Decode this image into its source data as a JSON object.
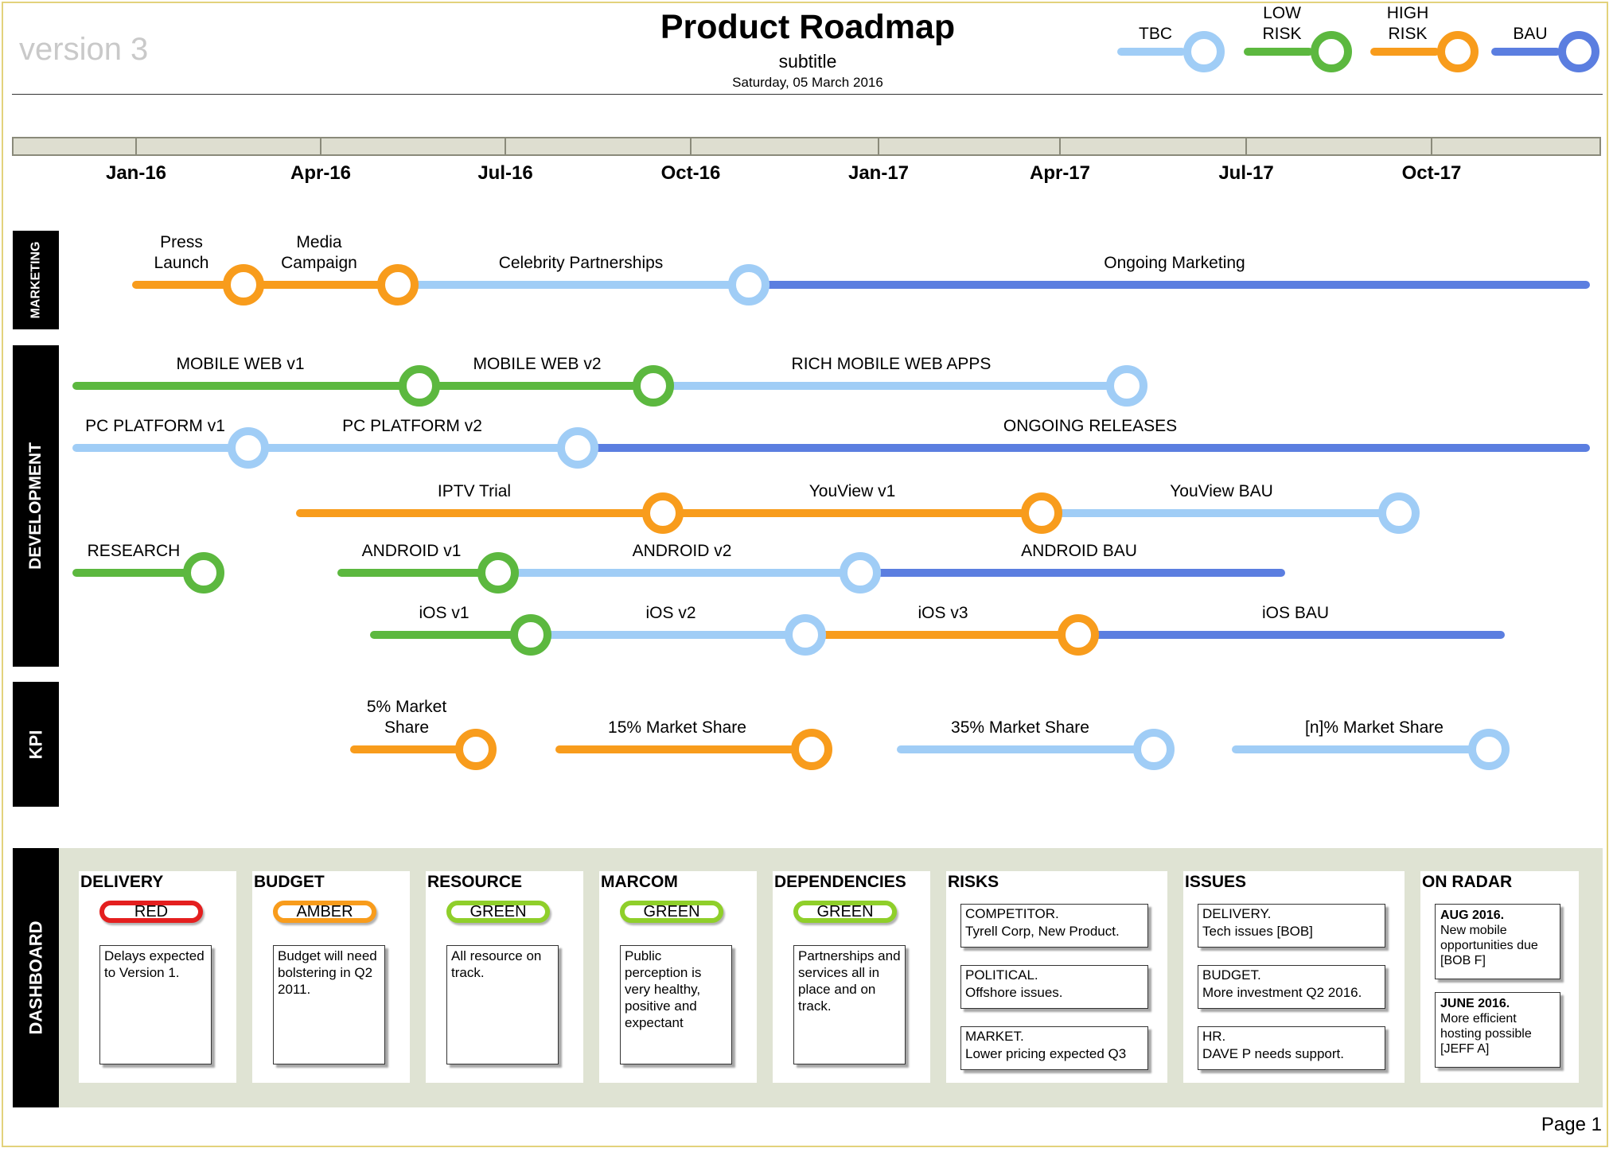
{
  "header": {
    "version": "version 3",
    "title": "Product Roadmap",
    "subtitle": "subtitle",
    "date": "Saturday, 05 March 2016"
  },
  "colors": {
    "tbc": "#a0cdf6",
    "low_risk": "#5cb83f",
    "high_risk": "#f89c1c",
    "bau": "#5b7ee0",
    "red": "#e41f1f",
    "amber": "#f89c1c",
    "green": "#8fcf2a",
    "lane": "#000000",
    "timebar": "#deded0",
    "dashboard_bg": "#dfe3d3"
  },
  "legend": [
    {
      "label": "TBC",
      "status": "tbc"
    },
    {
      "label": "LOW\nRISK",
      "status": "low_risk"
    },
    {
      "label": "HIGH\nRISK",
      "status": "high_risk"
    },
    {
      "label": "BAU",
      "status": "bau"
    }
  ],
  "timeline": {
    "months": [
      "Jan-16",
      "Apr-16",
      "Jul-16",
      "Oct-16",
      "Jan-17",
      "Apr-17",
      "Jul-17",
      "Oct-17"
    ]
  },
  "lanes": [
    {
      "label": "MARKETING"
    },
    {
      "label": "DEVELOPMENT"
    },
    {
      "label": "KPI"
    },
    {
      "label": "DASHBOARD"
    }
  ],
  "roadmap": {
    "tracks": [
      {
        "lane": "MARKETING",
        "segments": [
          {
            "label": "Press\nLaunch",
            "status": "high_risk",
            "milestone": true
          },
          {
            "label": "Media\nCampaign",
            "status": "high_risk",
            "milestone": true
          },
          {
            "label": "Celebrity Partnerships",
            "status": "tbc",
            "milestone": true
          },
          {
            "label": "Ongoing Marketing",
            "status": "bau",
            "milestone": false
          }
        ]
      },
      {
        "lane": "DEVELOPMENT",
        "segments": [
          {
            "label": "MOBILE WEB v1",
            "status": "low_risk",
            "milestone": true
          },
          {
            "label": "MOBILE WEB v2",
            "status": "low_risk",
            "milestone": true
          },
          {
            "label": "RICH MOBILE WEB APPS",
            "status": "tbc",
            "milestone": true
          }
        ]
      },
      {
        "lane": "DEVELOPMENT",
        "segments": [
          {
            "label": "PC PLATFORM v1",
            "status": "tbc",
            "milestone": true
          },
          {
            "label": "PC PLATFORM v2",
            "status": "tbc",
            "milestone": true
          },
          {
            "label": "ONGOING RELEASES",
            "status": "bau",
            "milestone": false
          }
        ]
      },
      {
        "lane": "DEVELOPMENT",
        "segments": [
          {
            "label": "IPTV Trial",
            "status": "high_risk",
            "milestone": true
          },
          {
            "label": "YouView v1",
            "status": "high_risk",
            "milestone": true
          },
          {
            "label": "YouView BAU",
            "status": "tbc",
            "milestone": true
          }
        ]
      },
      {
        "lane": "DEVELOPMENT",
        "segments": [
          {
            "label": "RESEARCH",
            "status": "low_risk",
            "milestone": true
          }
        ]
      },
      {
        "lane": "DEVELOPMENT",
        "segments": [
          {
            "label": "ANDROID v1",
            "status": "low_risk",
            "milestone": true
          },
          {
            "label": "ANDROID v2",
            "status": "tbc",
            "milestone": true
          },
          {
            "label": "ANDROID BAU",
            "status": "bau",
            "milestone": false
          }
        ]
      },
      {
        "lane": "DEVELOPMENT",
        "segments": [
          {
            "label": "iOS v1",
            "status": "low_risk",
            "milestone": true
          },
          {
            "label": "iOS v2",
            "status": "tbc",
            "milestone": true
          },
          {
            "label": "iOS v3",
            "status": "high_risk",
            "milestone": true
          },
          {
            "label": "iOS BAU",
            "status": "bau",
            "milestone": false
          }
        ]
      },
      {
        "lane": "KPI",
        "segments": [
          {
            "label": "5% Market\nShare",
            "status": "high_risk",
            "milestone": true
          }
        ]
      },
      {
        "lane": "KPI",
        "segments": [
          {
            "label": "15% Market Share",
            "status": "high_risk",
            "milestone": true
          }
        ]
      },
      {
        "lane": "KPI",
        "segments": [
          {
            "label": "35% Market Share",
            "status": "tbc",
            "milestone": true
          }
        ]
      },
      {
        "lane": "KPI",
        "segments": [
          {
            "label": "[n]% Market Share",
            "status": "tbc",
            "milestone": true
          }
        ]
      }
    ]
  },
  "dashboard": {
    "delivery": {
      "title": "DELIVERY",
      "status": "RED",
      "note": "Delays expected to Version 1."
    },
    "budget": {
      "title": "BUDGET",
      "status": "AMBER",
      "note": "Budget will need bolstering in Q2 2011."
    },
    "resource": {
      "title": "RESOURCE",
      "status": "GREEN",
      "note": "All resource on track."
    },
    "marcom": {
      "title": "MARCOM",
      "status": "GREEN",
      "note": "Public perception is very healthy, positive and expectant"
    },
    "dependencies": {
      "title": "DEPENDENCIES",
      "status": "GREEN",
      "note": "Partnerships and services all in place and on track."
    },
    "risks": {
      "title": "RISKS",
      "items": [
        {
          "head": "COMPETITOR.",
          "text": "Tyrell Corp, New Product."
        },
        {
          "head": "POLITICAL.",
          "text": "Offshore issues."
        },
        {
          "head": "MARKET.",
          "text": "Lower pricing expected Q3"
        }
      ]
    },
    "issues": {
      "title": "ISSUES",
      "items": [
        {
          "head": "DELIVERY.",
          "text": "Tech issues [BOB]"
        },
        {
          "head": "BUDGET.",
          "text": "More investment Q2 2016."
        },
        {
          "head": "HR.",
          "text": "DAVE P needs support."
        }
      ]
    },
    "radar": {
      "title": "ON RADAR",
      "items": [
        {
          "head": "AUG 2016.",
          "text": "New mobile opportunities due [BOB F]"
        },
        {
          "head": "JUNE 2016.",
          "text": "More efficient hosting possible [JEFF A]"
        }
      ]
    }
  },
  "footer": {
    "page": "Page 1"
  }
}
